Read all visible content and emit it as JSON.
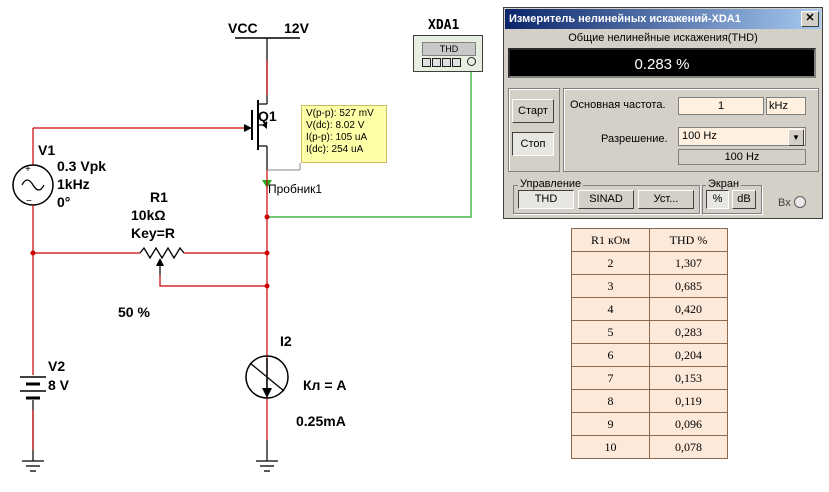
{
  "schematic": {
    "vcc_label": "VCC",
    "vcc_voltage": "12V",
    "q1_label": "Q1",
    "v1": {
      "name": "V1",
      "amplitude": "0.3 Vpk",
      "frequency": "1kHz",
      "phase": "0°"
    },
    "r1": {
      "name": "R1",
      "value": "10kΩ",
      "key": "Key=R",
      "percent": "50 %"
    },
    "v2": {
      "name": "V2",
      "value": "8 V"
    },
    "i2": {
      "name": "I2",
      "key": "Кл = A",
      "value": "0.25mA"
    },
    "probe": {
      "name": "Пробник1",
      "vpp": "V(p-p): 527 mV",
      "vdc": "V(dc): 8.02 V",
      "ipp": "I(p-p): 105 uA",
      "idc": "I(dc): 254 uA"
    },
    "xda_label": "XDA1",
    "xda_icon_text": "THD"
  },
  "window": {
    "title": "Измеритель нелинейных искажений-XDA1",
    "close_symbol": "✕",
    "thd_caption": "Общие нелинейные искажения(THD)",
    "thd_value": "0.283 %",
    "start_button": "Старт",
    "stop_button": "Стоп",
    "fundamental_label": "Основная частота.",
    "fundamental_value": "1",
    "fundamental_unit": "kHz",
    "resolution_label": "Разрешение.",
    "resolution_selected": "100 Hz",
    "resolution_readout": "100 Hz",
    "control_group": "Управление",
    "control_buttons": [
      "THD",
      "SINAD",
      "Уст..."
    ],
    "screen_group": "Экран",
    "screen_buttons": [
      "%",
      "dB"
    ],
    "input_label": "Вх"
  },
  "table": {
    "headers": [
      "R1 кОм",
      "THD %"
    ],
    "rows": [
      [
        "2",
        "1,307"
      ],
      [
        "3",
        "0,685"
      ],
      [
        "4",
        "0,420"
      ],
      [
        "5",
        "0,283"
      ],
      [
        "6",
        "0,204"
      ],
      [
        "7",
        "0,153"
      ],
      [
        "8",
        "0,119"
      ],
      [
        "9",
        "0,096"
      ],
      [
        "10",
        "0,078"
      ]
    ]
  },
  "colors": {
    "wire_red": "#cc0000",
    "wire_green": "#22aa22",
    "component": "#000000"
  }
}
